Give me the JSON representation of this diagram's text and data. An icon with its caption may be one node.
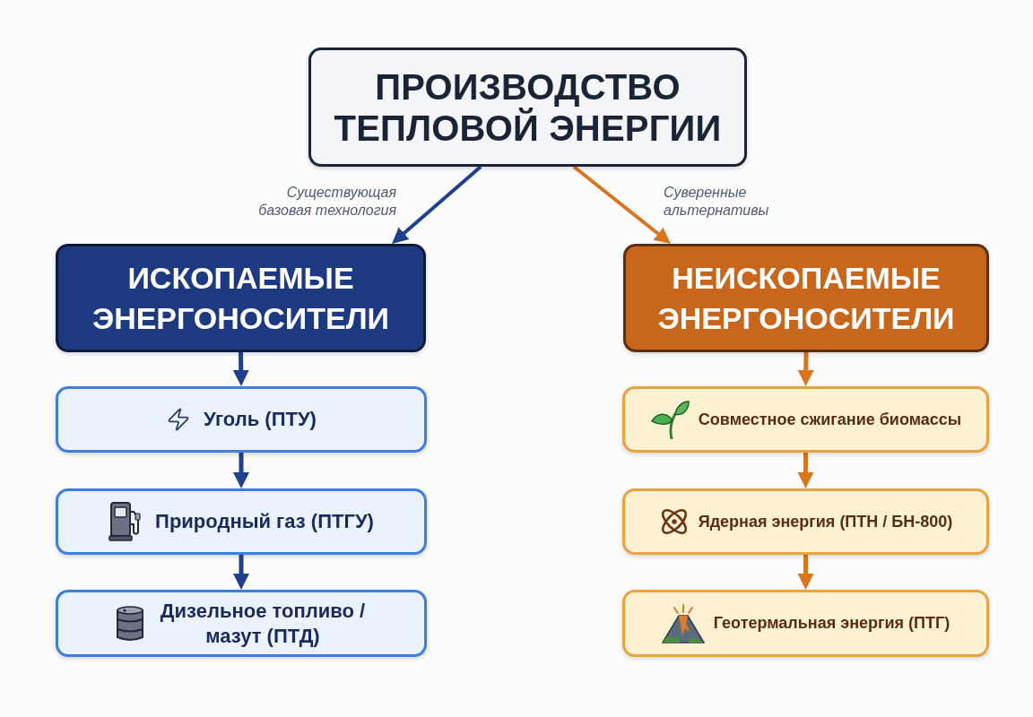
{
  "diagram": {
    "nodes": [
      {
        "text": [
          "ПРОИЗВОДСТВО ТЕПЛОВОЙ ЭНЕРГИИ"
        ]
      },
      {
        "text": [
          "ИСКОПАЕМЫЕ ЭНЕРГОНОСИТЕЛИ"
        ]
      },
      {
        "text": [
          "НЕИСКОПАЕМЫЕ ЭНЕРГОНОСИТЕЛИ"
        ]
      },
      {
        "text": [
          "Уголь (ПТУ)"
        ]
      },
      {
        "text": [
          "Природный газ (ПТГУ)"
        ]
      },
      {
        "text": [
          "Дизельное топливо / мазут (ПТД)"
        ]
      },
      {
        "text": [
          "Совместное сжигание биомассы"
        ]
      },
      {
        "text": [
          "Ядерная энергия (ПТН / БН-800)"
        ]
      },
      {
        "text": [
          "Геотермальная энергия (ПТГ)"
        ]
      }
    ],
    "edges": [
      {
        "from": 0,
        "to": 1,
        "arrow": "to",
        "label": "Существующая базовая технология",
        "color": "#1f3f8f"
      },
      {
        "from": 0,
        "to": 2,
        "arrow": "to",
        "label": "Суверенные альтернативы",
        "color": "#d9751f"
      },
      {
        "from": 1,
        "to": 3,
        "arrow": "to",
        "color": "#1f3f8f"
      },
      {
        "from": 3,
        "to": 4,
        "arrow": "to",
        "color": "#1f3f8f"
      },
      {
        "from": 4,
        "to": 5,
        "arrow": "to",
        "color": "#1f3f8f"
      },
      {
        "from": 2,
        "to": 6,
        "arrow": "to",
        "color": "#d9751f"
      },
      {
        "from": 6,
        "to": 7,
        "arrow": "to",
        "color": "#d9751f"
      },
      {
        "from": 7,
        "to": 8,
        "arrow": "to",
        "color": "#d9751f"
      }
    ]
  }
}
